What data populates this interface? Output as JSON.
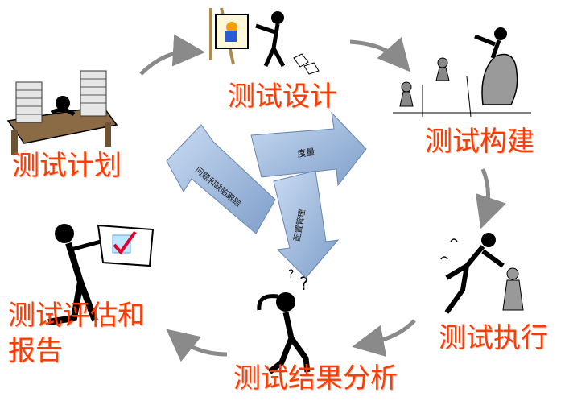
{
  "stages": {
    "plan": "测试计划",
    "design": "测试设计",
    "build": "测试构建",
    "execute": "测试执行",
    "analysis": "测试结果分析",
    "evaluate_line1": "测试评估和",
    "evaluate_line2": "报告"
  },
  "center_arrows": {
    "tracking": "度量",
    "issue_tracking": "问题和缺陷跟踪",
    "config_mgmt": "配置管理"
  },
  "colors": {
    "stage_label": "#ff3b00",
    "cycle_arrow": "#8a8a8a",
    "center_block": "#a9c3e6"
  },
  "icons": [
    "desk-with-paper-stacks-icon",
    "easel-artist-icon",
    "chess-pieces-icon",
    "pushing-figure-icon",
    "thinking-figure-icon",
    "checklist-figure-icon"
  ]
}
